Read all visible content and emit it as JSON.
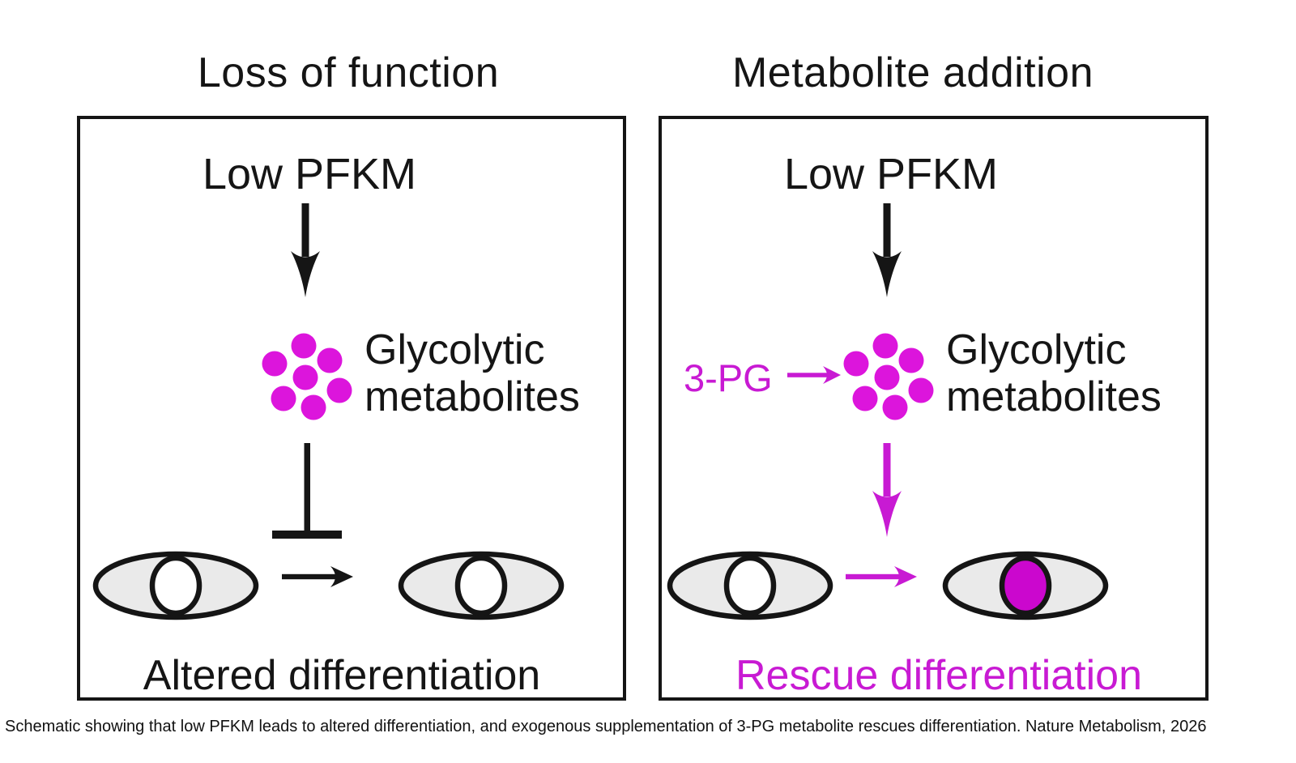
{
  "colors": {
    "ink": "#151515",
    "magenta": "#C81AD3",
    "magenta_dots": "#DC15DC",
    "nucleus_fill": "#CB07CE",
    "cell_fill": "#EAEAEA"
  },
  "icons": {
    "down_arrow": "down-arrow-icon",
    "right_arrow": "right-arrow-icon",
    "inhibition": "inhibition-tbar-icon",
    "metabolite_dots": "metabolite-dots-icon",
    "cell": "cell-with-nucleus-icon"
  },
  "panels": [
    {
      "title": "Loss of function",
      "cause": "Low PFKM",
      "metabolite_line1": "Glycolytic",
      "metabolite_line2": "metabolites",
      "outcome": "Altered differentiation"
    },
    {
      "title": "Metabolite addition",
      "cause": "Low PFKM",
      "added_metabolite": "3-PG",
      "metabolite_line1": "Glycolytic",
      "metabolite_line2": "metabolites",
      "outcome": "Rescue differentiation"
    }
  ],
  "figure": {
    "caption": "Schematic showing that low PFKM leads to altered differentiation, and exogenous supplementation of 3-PG metabolite rescues differentiation. Nature Metabolism, 2026"
  }
}
